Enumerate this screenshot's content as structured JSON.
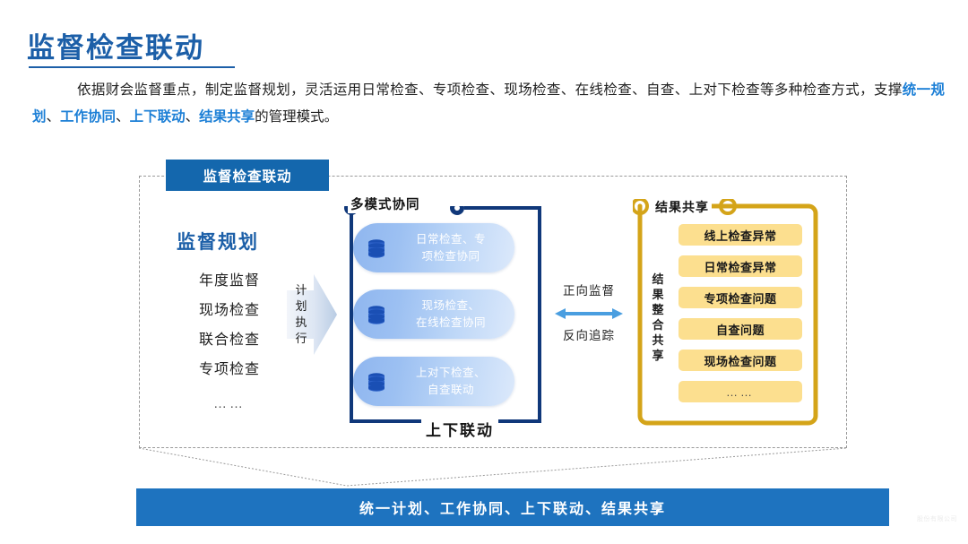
{
  "slide": {
    "title": "监督检查联动",
    "accent_blue": "#1c5fa8",
    "banner_blue": "#1467ad",
    "gold": "#d4a419",
    "pill_yellow": "#fcdf8f",
    "watermark": "股份有限公司"
  },
  "paragraph": {
    "part1": "依据财会监督重点，制定监督规划，灵活运用日常检查、专项检查、现场检查、在线检查、自查、上对下检查等多种检查方式，支撑",
    "hl1": "统一规划",
    "sep1": "、",
    "hl2": "工作协同",
    "sep2": "、",
    "hl3": "上下联动",
    "sep3": "、",
    "hl4": "结果共享",
    "part2": "的管理模式。"
  },
  "diagram": {
    "top_banner": "监督检查联动",
    "planning": {
      "heading": "监督规划",
      "items": [
        {
          "label": "年度监督"
        },
        {
          "label": "现场检查"
        },
        {
          "label": "联合检查"
        },
        {
          "label": "专项检查"
        }
      ],
      "ellipsis": "……"
    },
    "exec_arrow_label": "计划执行",
    "multimode": {
      "label": "多模式协同",
      "linkage_label": "上下联动",
      "cards": [
        {
          "line1": "日常检查、专",
          "line2": "项检查协同",
          "icon": "database-icon"
        },
        {
          "line1": "现场检查、",
          "line2": "在线检查协同",
          "icon": "database-icon"
        },
        {
          "line1": "上对下检查、",
          "line2": "自查联动",
          "icon": "database-icon"
        }
      ]
    },
    "flow": {
      "forward": "正向监督",
      "backward": "反向追踪"
    },
    "results": {
      "label": "结果共享",
      "vertical_label": "结果整合共享",
      "pills": [
        {
          "label": "线上检查异常"
        },
        {
          "label": "日常检查异常"
        },
        {
          "label": "专项检查问题"
        },
        {
          "label": "自查问题"
        },
        {
          "label": "现场检查问题"
        },
        {
          "label": "……"
        }
      ]
    }
  },
  "bottom_banner": {
    "label": "统一计划、工作协同、上下联动、结果共享"
  }
}
